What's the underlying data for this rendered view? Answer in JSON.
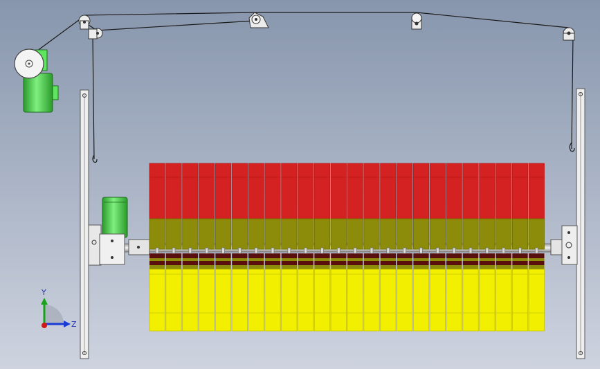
{
  "colors": {
    "bg_top": "#8796ad",
    "bg_bottom": "#ced3df",
    "red": "#d42222",
    "red_dark": "#b81a1a",
    "olive": "#8c8c0a",
    "olive_dark": "#6e6e06",
    "maroon": "#5a0f0f",
    "yellow": "#f2f000",
    "yellow_dark": "#c8c400",
    "green": "#5ee65e",
    "green_dark": "#2a9a2a",
    "metal": "#e6e6e6",
    "metal_dark": "#8a8a8a",
    "cable": "#1a1a1a",
    "axis_y": "#1aa31a",
    "axis_z": "#1a3ad6",
    "axis_origin": "#d01818"
  },
  "cells": {
    "count": 24
  },
  "triad": {
    "y_label": "Y",
    "z_label": "Z"
  }
}
